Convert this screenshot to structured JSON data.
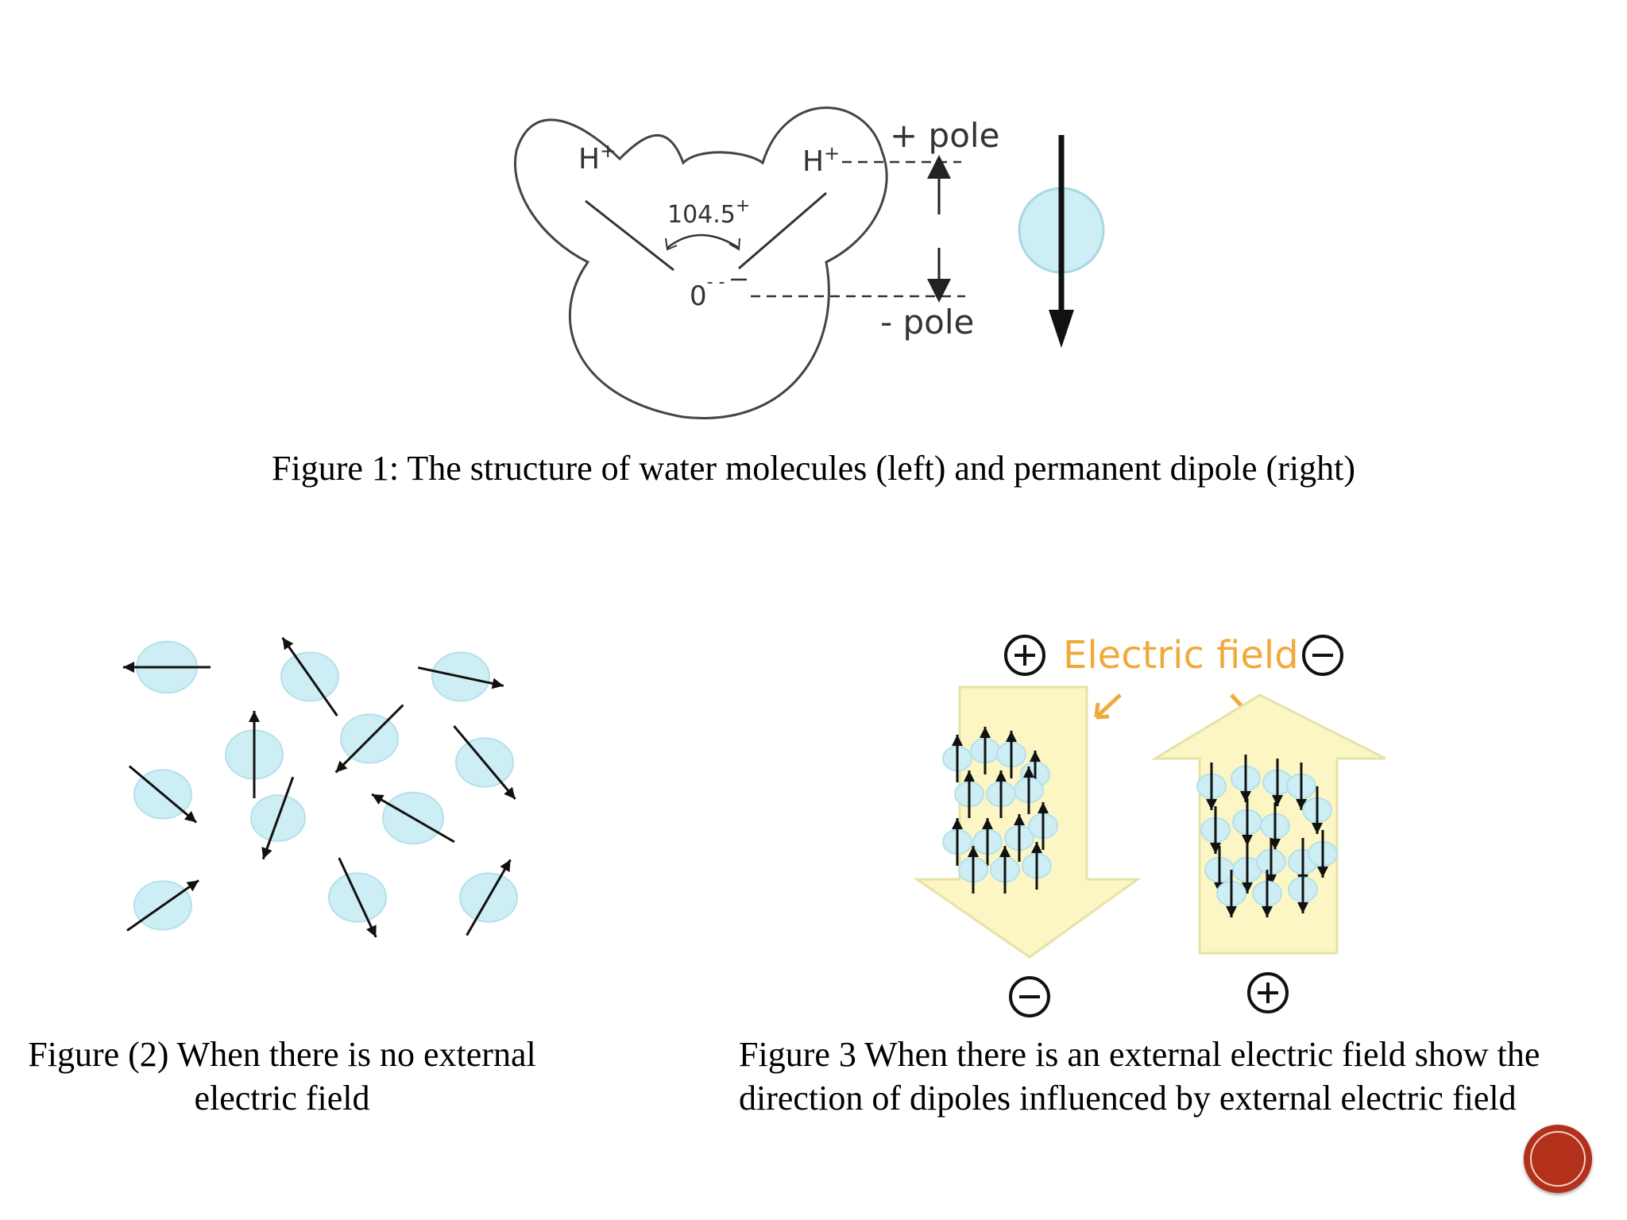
{
  "figure1": {
    "h_left": "H",
    "h_left_sup": "+",
    "h_right": "H",
    "h_right_sup": "+",
    "angle": "104.5",
    "angle_sup": "+",
    "oxygen": "0",
    "oxygen_charge": "- -",
    "plus_pole": "+ pole",
    "minus_pole": "- pole",
    "caption": "Figure 1: The structure of water molecules (left) and  permanent dipole (right)"
  },
  "figure2": {
    "caption_line1": "Figure (2) When there is no external",
    "caption_line2": "electric field"
  },
  "figure3": {
    "field_label": "Electric field",
    "caption_line1": "Figure 3 When there is an external electric field show the",
    "caption_line2": "direction of dipoles influenced by external electric field"
  },
  "colors": {
    "dipole_fill": "#cdeef4",
    "arrow_fill": "#fbf6c4",
    "field_label": "#f2a93b",
    "nav_button": "#b3301a"
  },
  "icons": [
    "plus-sign-icon",
    "minus-sign-icon",
    "nav-button-icon"
  ]
}
